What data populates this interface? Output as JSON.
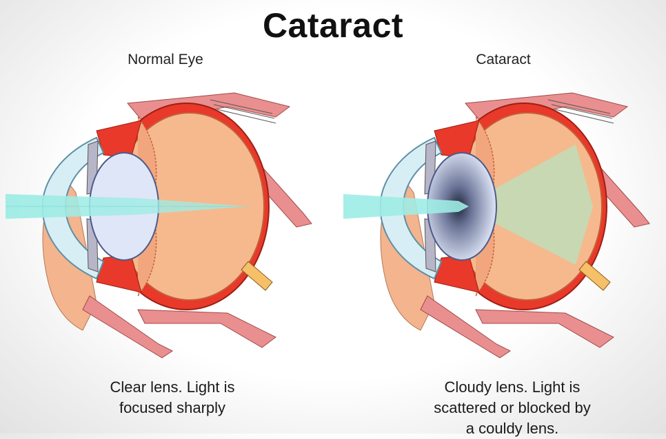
{
  "title": "Cataract",
  "panels": [
    {
      "label": "Normal Eye",
      "caption_lines": [
        "Clear lens. Light is",
        "focused sharply"
      ],
      "lens_state": "clear"
    },
    {
      "label": "Cataract",
      "caption_lines": [
        "Cloudy lens. Light is",
        "scattered or blocked by",
        "a couldy lens."
      ],
      "lens_state": "cloudy"
    }
  ],
  "colors": {
    "sclera": "#e8392a",
    "vitreous": "#f6b98d",
    "lens": "#dfe6f7",
    "cornea": "#d8eef5",
    "light_beam": "#9fece5",
    "scattered_light": "#b7e3bf",
    "muscle": "#e98f8f"
  }
}
